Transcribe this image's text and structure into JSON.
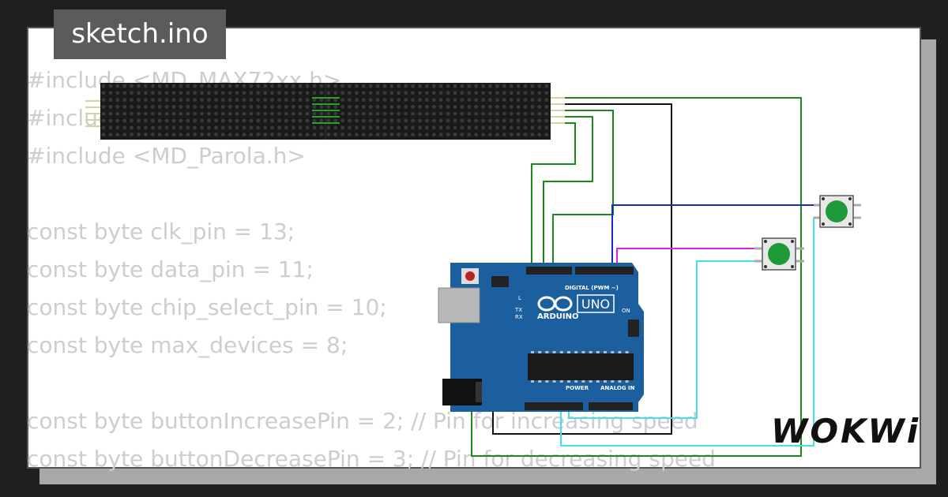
{
  "tab": {
    "label": "sketch.ino"
  },
  "code_lines": [
    "#include <MD_MAX72xx.h>",
    "#include <SPI.h>",
    "#include <MD_Parola.h>",
    "",
    "const byte clk_pin = 13;",
    "const byte data_pin = 11;",
    "const byte chip_select_pin = 10;",
    "const byte max_devices = 8;",
    "",
    "const byte buttonIncreasePin = 2; // Pin for increasing speed",
    "const byte buttonDecreasePin = 3; // Pin for decreasing speed"
  ],
  "brand": {
    "label": "WOKWi"
  },
  "arduino": {
    "logo_text": "ARDUINO",
    "model": "UNO",
    "digital_label": "DIGITAL (PWM ~)",
    "power_label": "POWER",
    "analog_label": "ANALOG IN",
    "on_label": "ON",
    "tx_label": "TX",
    "rx_label": "RX",
    "l_label": "L"
  },
  "colors": {
    "wire_green": "#1a8a1a",
    "wire_black": "#111111",
    "wire_blue": "#1b28c8",
    "wire_magenta": "#e020e0",
    "wire_cyan": "#3fe0f0",
    "board_blue": "#1c5f9e",
    "button_green": "#1f9a3a"
  },
  "icons": {
    "button1": "pushbutton-icon",
    "button2": "pushbutton-icon",
    "matrix": "led-matrix-icon",
    "board": "arduino-uno-icon"
  }
}
